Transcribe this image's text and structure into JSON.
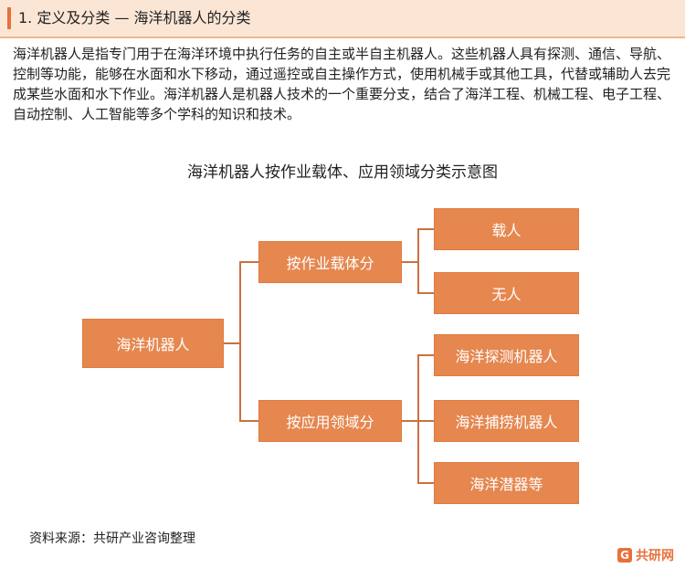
{
  "header": {
    "title": "1. 定义及分类 — 海洋机器人的分类"
  },
  "intro": "海洋机器人是指专门用于在海洋环境中执行任务的自主或半自主机器人。这些机器人具有探测、通信、导航、控制等功能，能够在水面和水下移动，通过遥控或自主操作方式，使用机械手或其他工具，代替或辅助人去完成某些水面和水下作业。海洋机器人是机器人技术的一个重要分支，结合了海洋工程、机械工程、电子工程、自动控制、人工智能等多个学科的知识和技术。",
  "diagram": {
    "title": "海洋机器人按作业载体、应用领域分类示意图",
    "root": "海洋机器人",
    "branches": [
      {
        "label": "按作业载体分",
        "children": [
          "载人",
          "无人"
        ]
      },
      {
        "label": "按应用领域分",
        "children": [
          "海洋探测机器人",
          "海洋捕捞机器人",
          "海洋潜器等"
        ]
      }
    ]
  },
  "footer": {
    "source": "资料来源：共研产业咨询整理",
    "logo_mark": "G",
    "logo_text": "共研网"
  },
  "colors": {
    "accent": "#e8703a",
    "node_fill": "#e5874f",
    "header_bg": "#fbe6d6",
    "connector": "#c97142"
  }
}
